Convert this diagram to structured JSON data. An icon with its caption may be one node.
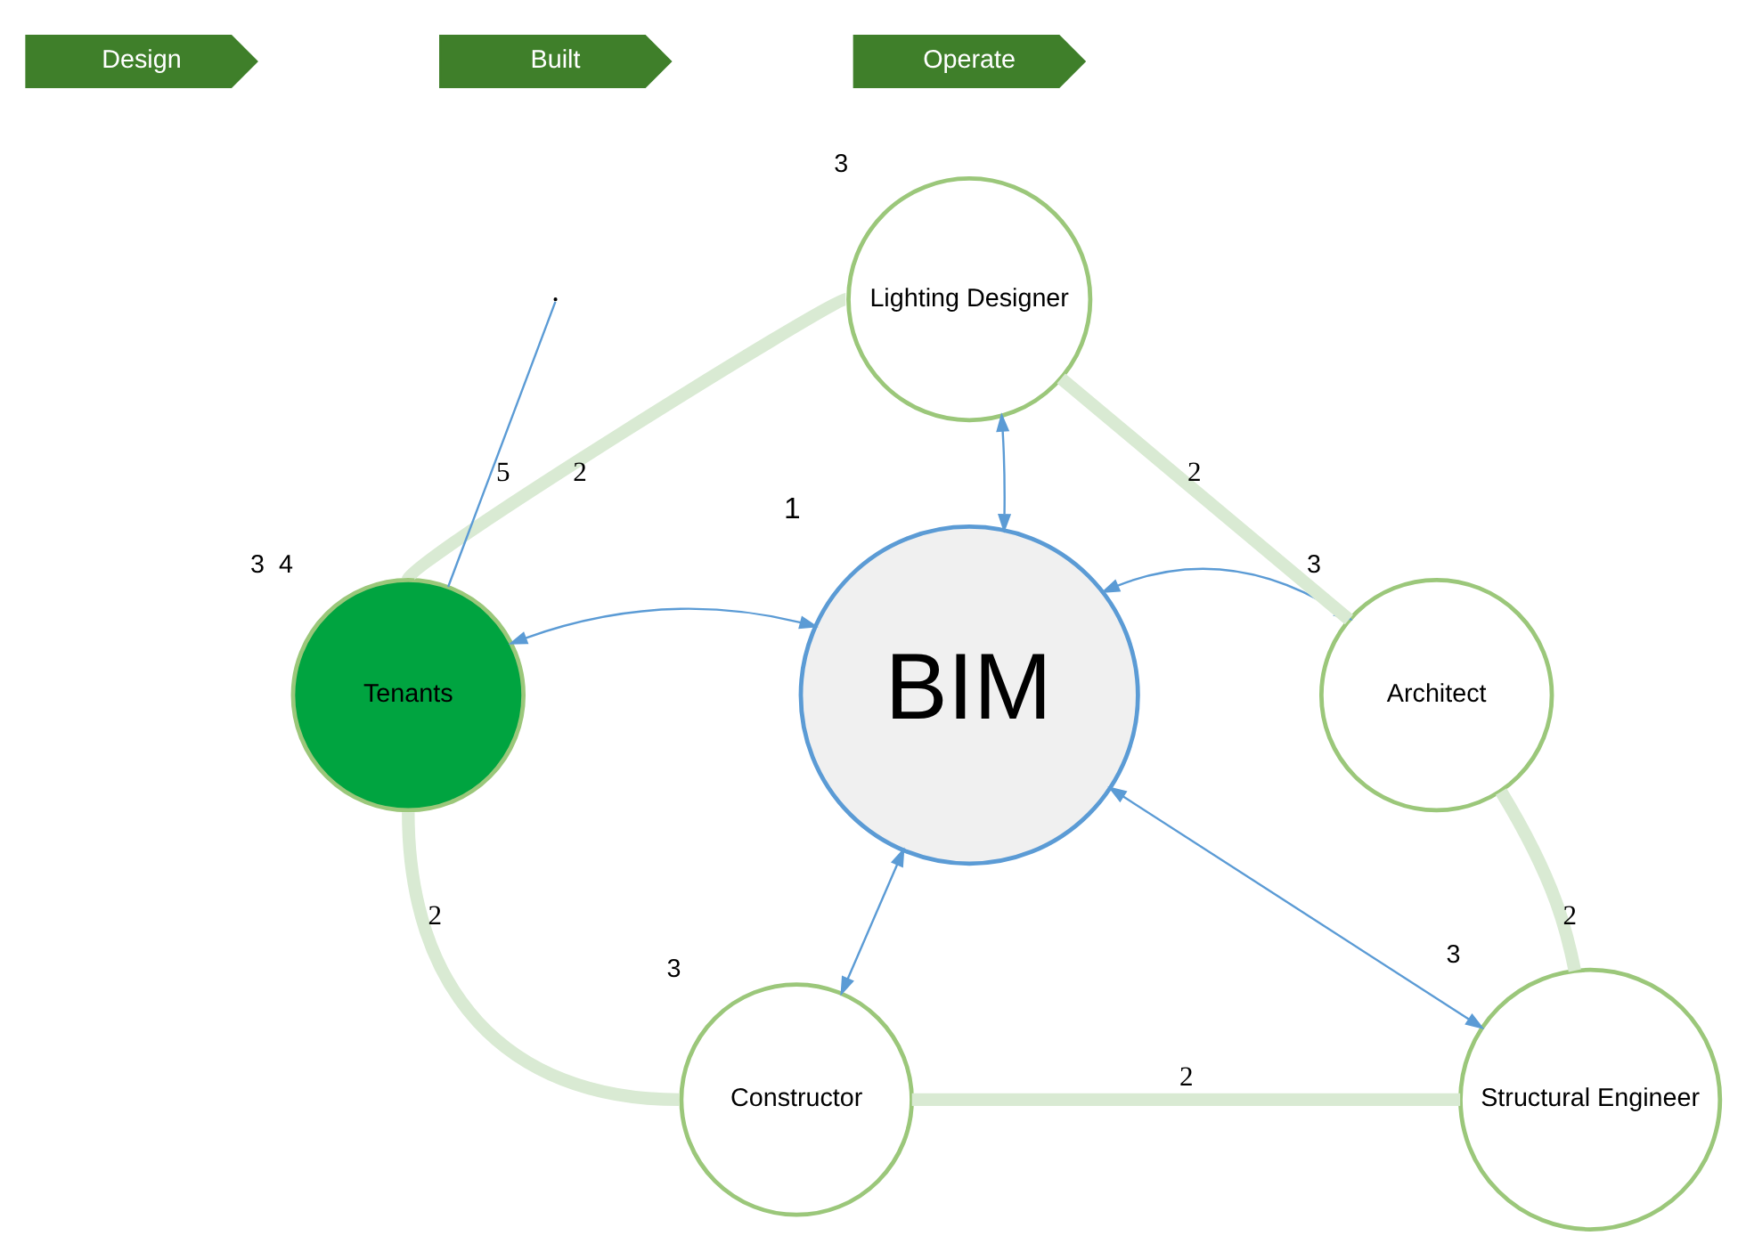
{
  "diagram": {
    "nodes": [
      {
        "text": [
          "Design"
        ]
      },
      {
        "text": [
          "Built"
        ]
      },
      {
        "text": [
          "Operate"
        ]
      },
      {
        "text": [
          "BIM"
        ],
        "beside": [
          "1"
        ]
      },
      {
        "text": [
          "Lighting Designer"
        ],
        "beside": [
          "3"
        ]
      },
      {
        "text": [
          "Architect"
        ],
        "beside": [
          "3"
        ]
      },
      {
        "text": [
          "Structural Engineer"
        ],
        "beside": [
          "3"
        ]
      },
      {
        "text": [
          "Constructor"
        ],
        "beside": [
          "3"
        ]
      },
      {
        "text": [
          "Tenants"
        ],
        "beside": [
          "3",
          "4"
        ]
      }
    ],
    "edges": [
      {
        "from": null,
        "to": 8,
        "arrow": "none",
        "label": "5"
      },
      {
        "from": 3,
        "to": 4,
        "arrow": "both"
      },
      {
        "from": 3,
        "to": 5,
        "arrow": "both"
      },
      {
        "from": 3,
        "to": 6,
        "arrow": "both"
      },
      {
        "from": 3,
        "to": 7,
        "arrow": "both"
      },
      {
        "from": 3,
        "to": 8,
        "arrow": "both"
      },
      {
        "from": 8,
        "to": 4,
        "arrow": "none",
        "label": "2",
        "style": "thick",
        "color": "#d9ead3"
      },
      {
        "from": 4,
        "to": 5,
        "arrow": "none",
        "label": "2",
        "style": "thick",
        "color": "#d9ead3"
      },
      {
        "from": 5,
        "to": 6,
        "arrow": "none",
        "label": "2",
        "style": "thick",
        "color": "#d9ead3"
      },
      {
        "from": 6,
        "to": 7,
        "arrow": "none",
        "label": "2",
        "style": "thick",
        "color": "#d9ead3"
      },
      {
        "from": 7,
        "to": 8,
        "arrow": "none",
        "label": "2",
        "style": "thick",
        "color": "#d9ead3"
      }
    ]
  }
}
